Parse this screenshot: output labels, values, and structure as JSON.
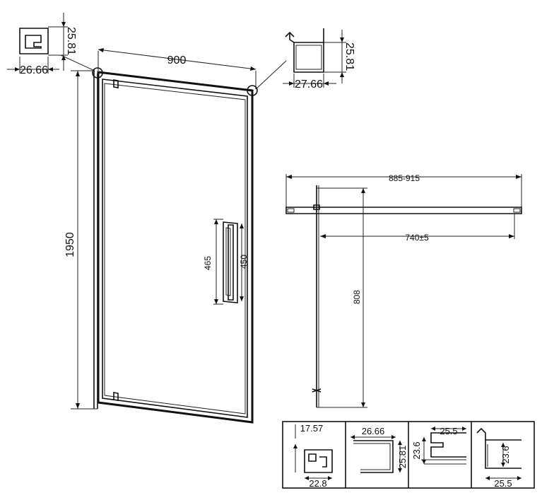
{
  "door_elevation": {
    "width_label": "900",
    "height_label": "1950",
    "handle_outer_label": "465",
    "handle_inner_label": "450"
  },
  "profile_top_left": {
    "height_label": "25.81",
    "width_label": "26.66"
  },
  "profile_top_right": {
    "height_label": "25.81",
    "width_label": "27.66"
  },
  "plan_view": {
    "overall_range_label": "885-915",
    "opening_label": "740±5",
    "swing_label": "808"
  },
  "profile_table": [
    {
      "top_label": "17.57",
      "bottom_label": "22.8"
    },
    {
      "top_label": "26.66",
      "side_label": "25.81"
    },
    {
      "top_label": "25.5",
      "side_label": "23.6"
    },
    {
      "side_label": "23.6",
      "bottom_label": "25.5"
    }
  ]
}
